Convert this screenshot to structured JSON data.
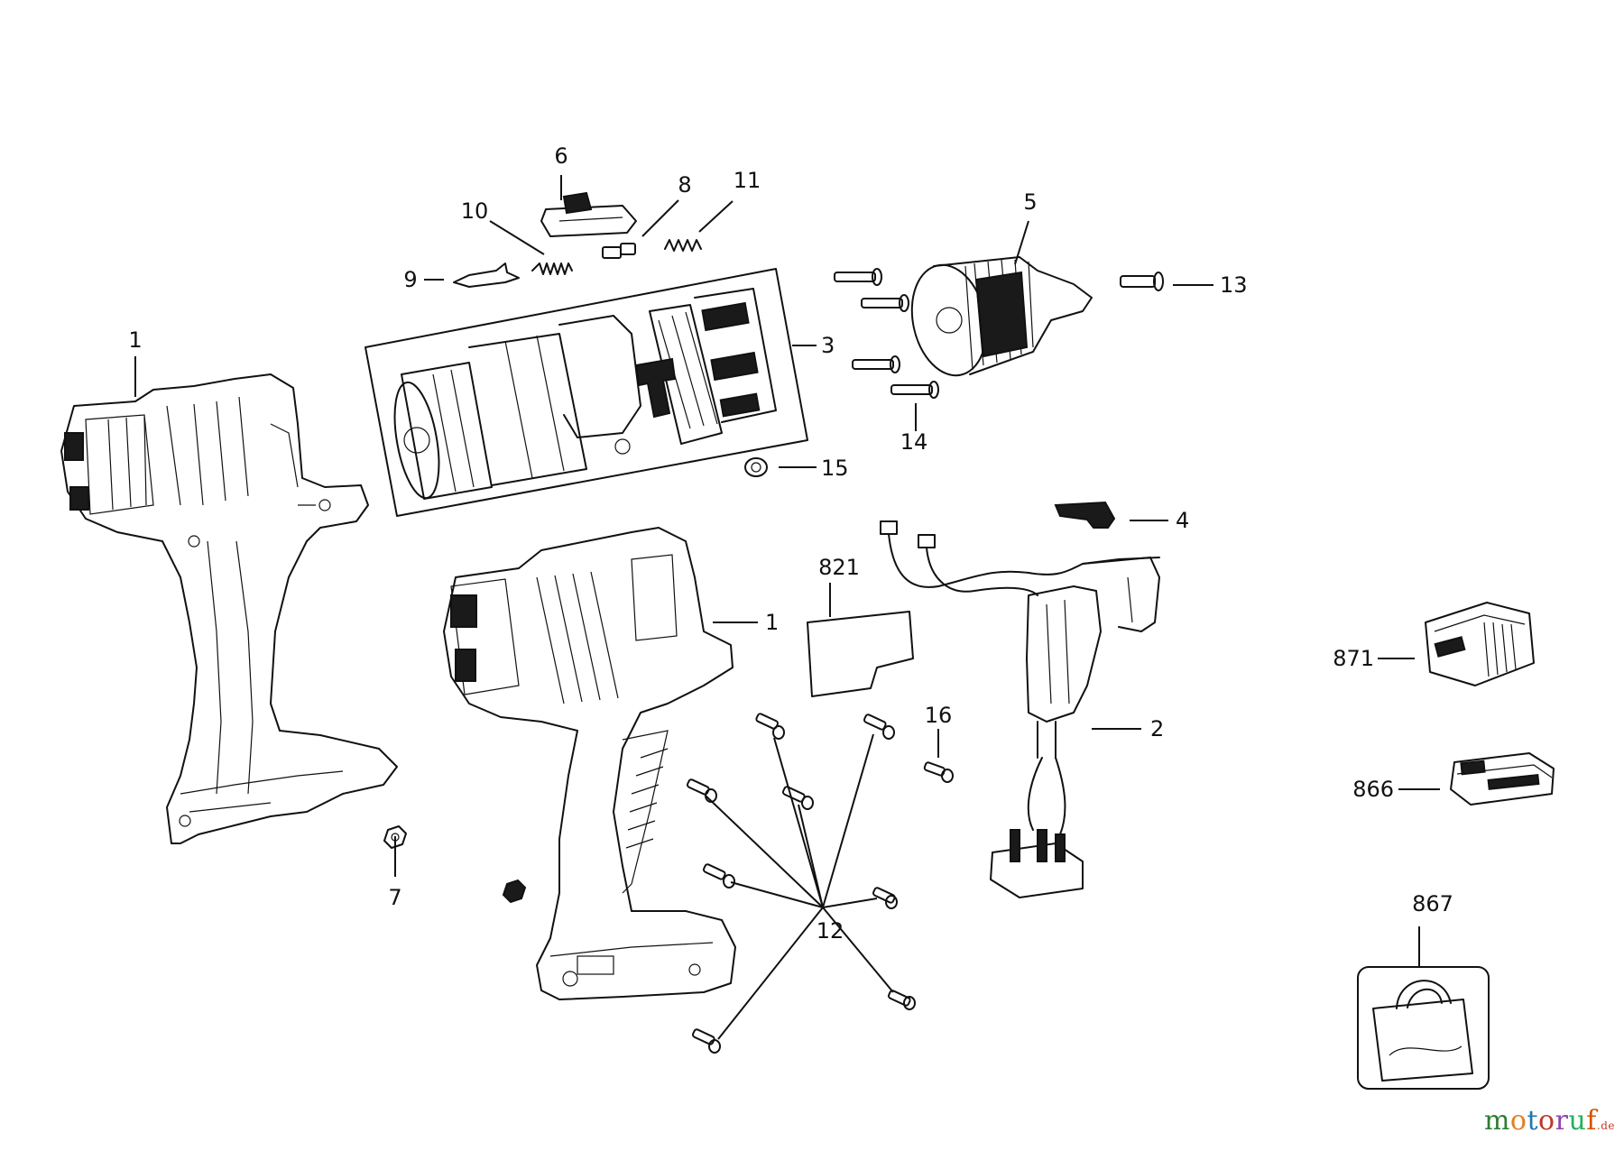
{
  "labels": {
    "p1a": "1",
    "p1b": "1",
    "p2": "2",
    "p3": "3",
    "p4": "4",
    "p5": "5",
    "p6": "6",
    "p7": "7",
    "p8": "8",
    "p9": "9",
    "p10": "10",
    "p11": "11",
    "p12": "12",
    "p13": "13",
    "p14": "14",
    "p15": "15",
    "p16": "16",
    "p821": "821",
    "p866": "866",
    "p867": "867",
    "p871": "871"
  },
  "watermark": {
    "letters": [
      "m",
      "o",
      "t",
      "o",
      "r",
      "u",
      "f"
    ],
    "colors": [
      "#2e7d32",
      "#e67e22",
      "#1f77b4",
      "#c0392b",
      "#8e44ad",
      "#27ae60",
      "#d35400"
    ],
    "suffix": ".de"
  }
}
